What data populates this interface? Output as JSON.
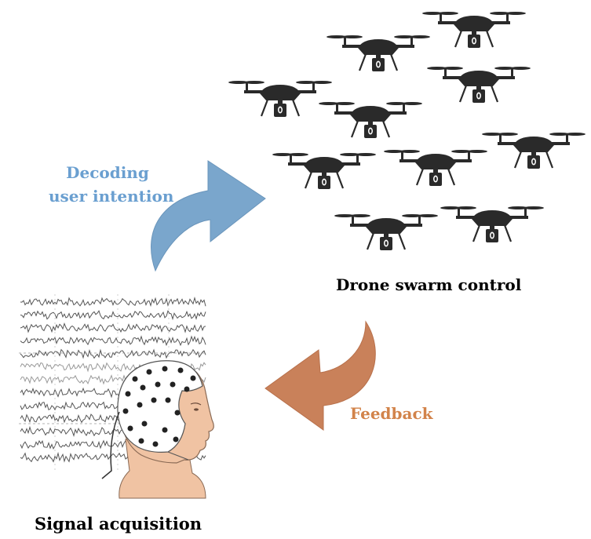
{
  "labels": {
    "decoding_line1": "Decoding",
    "decoding_line2": "user intention",
    "drone_swarm": "Drone swarm control",
    "feedback": "Feedback",
    "signal_acquisition": "Signal acquisition"
  },
  "colors": {
    "decoding": "#6a9fd0",
    "feedback": "#d2834a",
    "arrow_blue": "#7aa6cc",
    "arrow_orange": "#c9815a",
    "drone": "#2a2a2a",
    "skin": "#f0c3a3",
    "eeg": "#555555"
  },
  "icons": {
    "drone": "drone-icon",
    "head": "eeg-cap-head-icon",
    "arrow_up": "curved-arrow-blue",
    "arrow_back": "curved-arrow-orange"
  }
}
